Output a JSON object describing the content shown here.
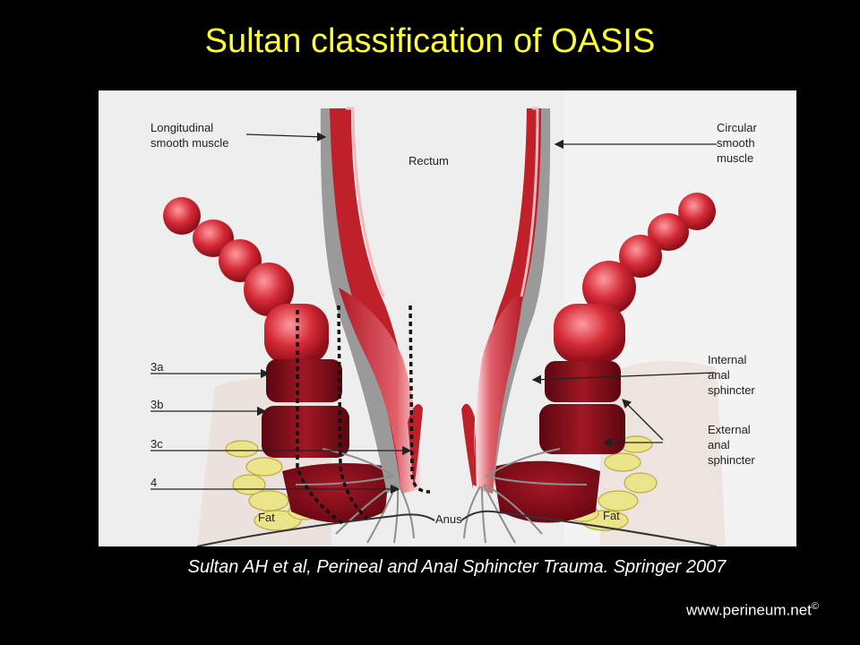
{
  "title": "Sultan classification of OASIS",
  "figure": {
    "labels": {
      "longitudinal": "Longitudinal\nsmooth muscle",
      "rectum": "Rectum",
      "circular": "Circular\nsmooth\nmuscle",
      "internal": "Internal\nanal\nsphincter",
      "external": "External\nanal\nsphincter",
      "grade_3a": "3a",
      "grade_3b": "3b",
      "grade_3c": "3c",
      "grade_4": "4",
      "fat_left": "Fat",
      "fat_right": "Fat",
      "anus": "Anus"
    },
    "colors": {
      "muscle_red": "#c0202a",
      "dark_red": "#7a0a14",
      "light_pink": "#f3b8bc",
      "grey": "#9a9a9a",
      "fat_yellow": "#ece48a"
    }
  },
  "citation": "Sultan AH et al, Perineal and Anal Sphincter Trauma. Springer 2007",
  "footer": {
    "site": "www.perineum.net",
    "mark": "©"
  }
}
